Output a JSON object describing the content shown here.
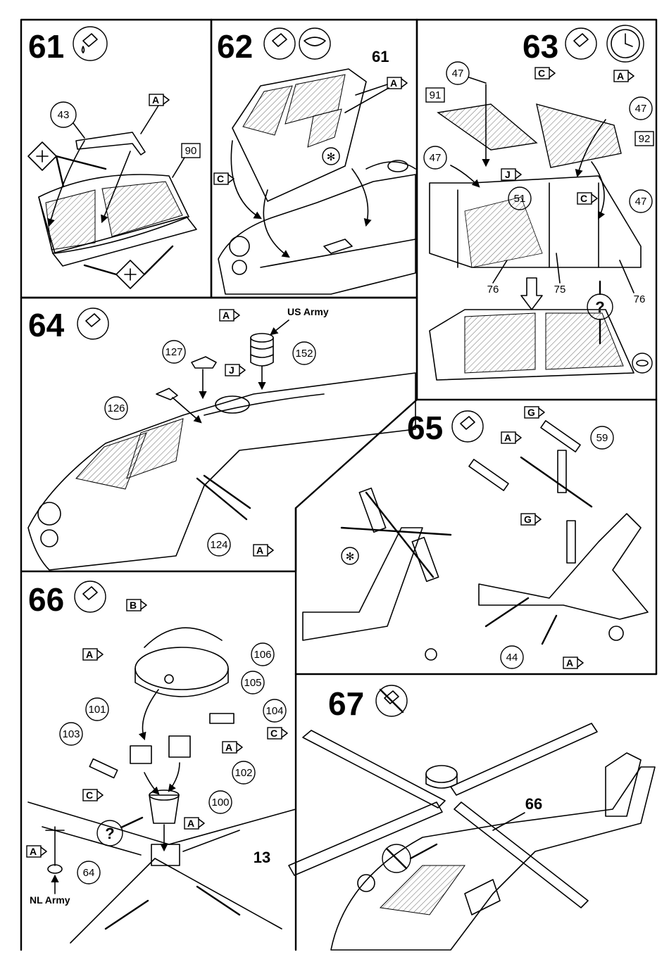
{
  "steps": [
    {
      "number": "61",
      "parts": [
        "43",
        "90"
      ],
      "material_tags": [
        "A"
      ]
    },
    {
      "number": "62",
      "parts": [
        "61"
      ],
      "material_tags": [
        "A",
        "C"
      ]
    },
    {
      "number": "63",
      "parts": [
        "47",
        "91",
        "47",
        "47",
        "51",
        "92",
        "47",
        "76",
        "75",
        "76"
      ],
      "material_tags": [
        "C",
        "A",
        "J",
        "C"
      ]
    },
    {
      "number": "64",
      "parts": [
        "127",
        "152",
        "126",
        "124"
      ],
      "material_tags": [
        "A",
        "J",
        "A"
      ],
      "note": "US Army"
    },
    {
      "number": "65",
      "parts": [
        "59",
        "44"
      ],
      "material_tags": [
        "G",
        "A",
        "G",
        "A"
      ]
    },
    {
      "number": "66",
      "parts": [
        "106",
        "105",
        "101",
        "104",
        "103",
        "102",
        "100",
        "13",
        "64"
      ],
      "material_tags": [
        "B",
        "A",
        "C",
        "A",
        "C",
        "A",
        "A"
      ],
      "note": "NL Army"
    },
    {
      "number": "67",
      "parts": [
        "66"
      ],
      "material_tags": []
    }
  ],
  "symbols": {
    "optional": "?",
    "asterisk": "✻"
  },
  "colors": {
    "ink": "#000000",
    "paper": "#ffffff"
  }
}
